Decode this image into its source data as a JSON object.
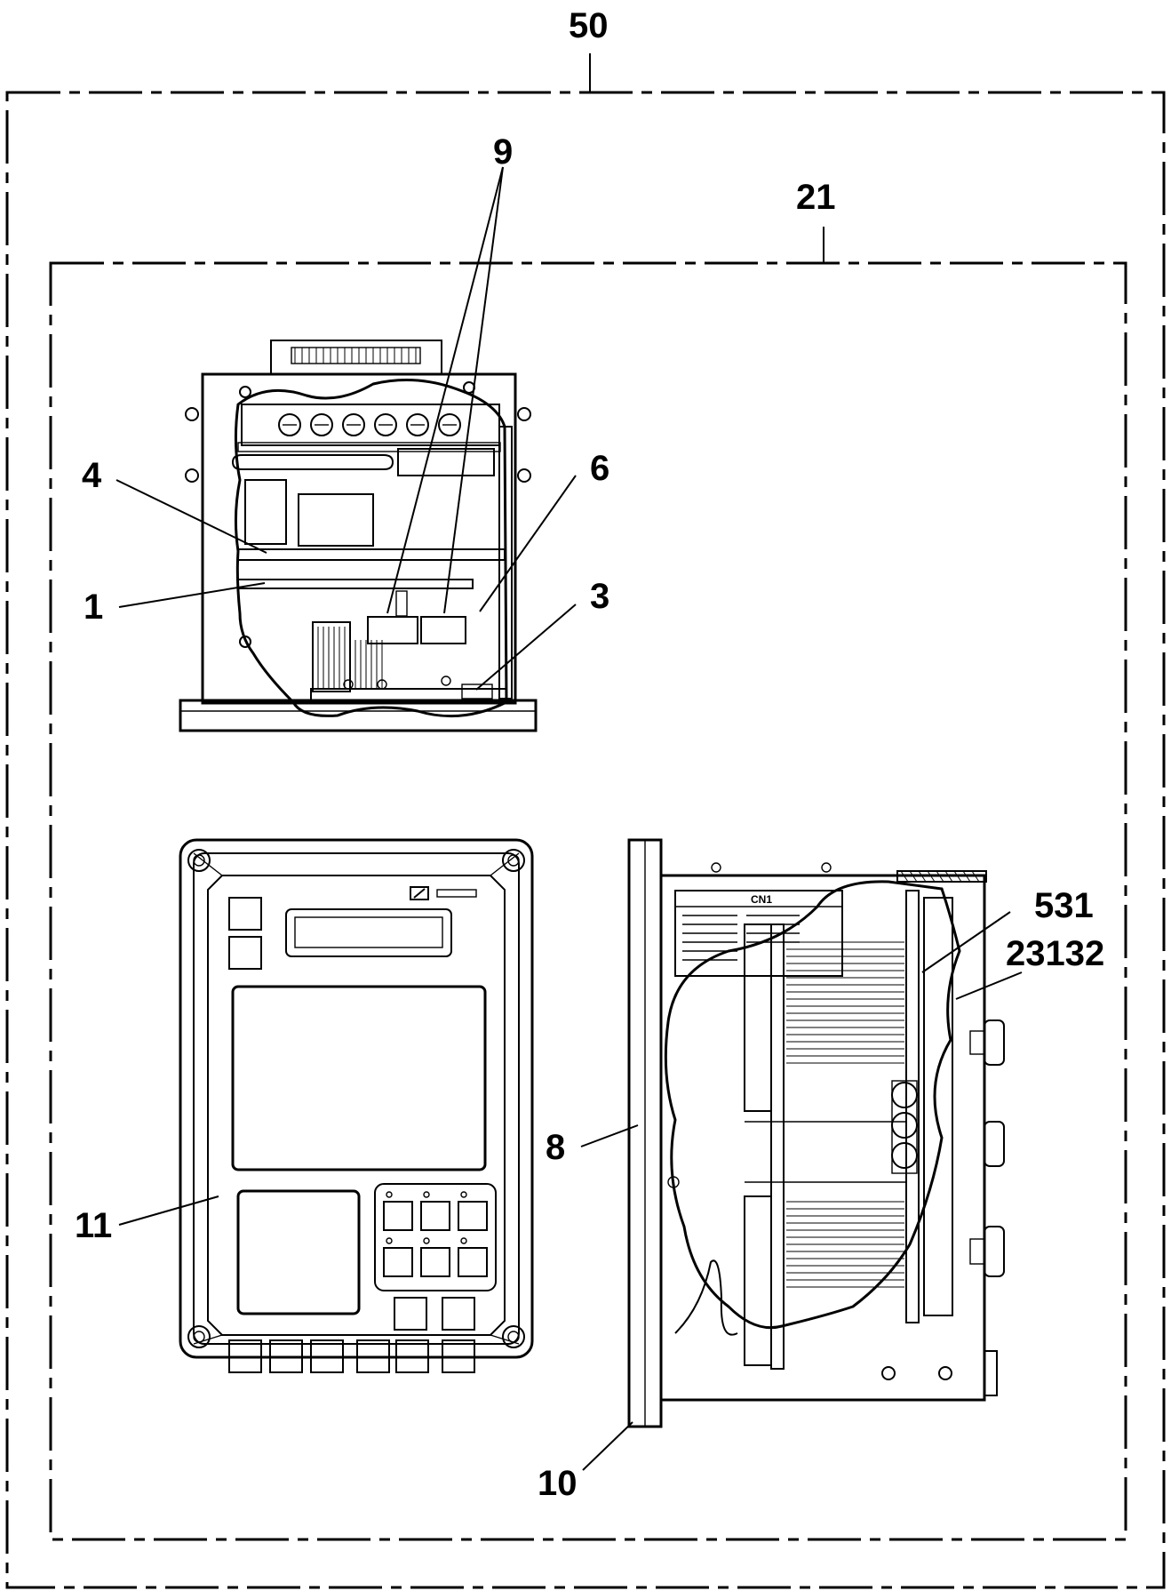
{
  "callouts": {
    "outer_assembly": "50",
    "inner_assembly": "21",
    "part_9": "9",
    "part_4": "4",
    "part_6": "6",
    "part_1": "1",
    "part_3": "3",
    "part_531": "531",
    "part_23132": "23132",
    "part_8": "8",
    "part_11": "11",
    "part_10": "10"
  },
  "panel": {
    "connector_label": "CN1"
  }
}
